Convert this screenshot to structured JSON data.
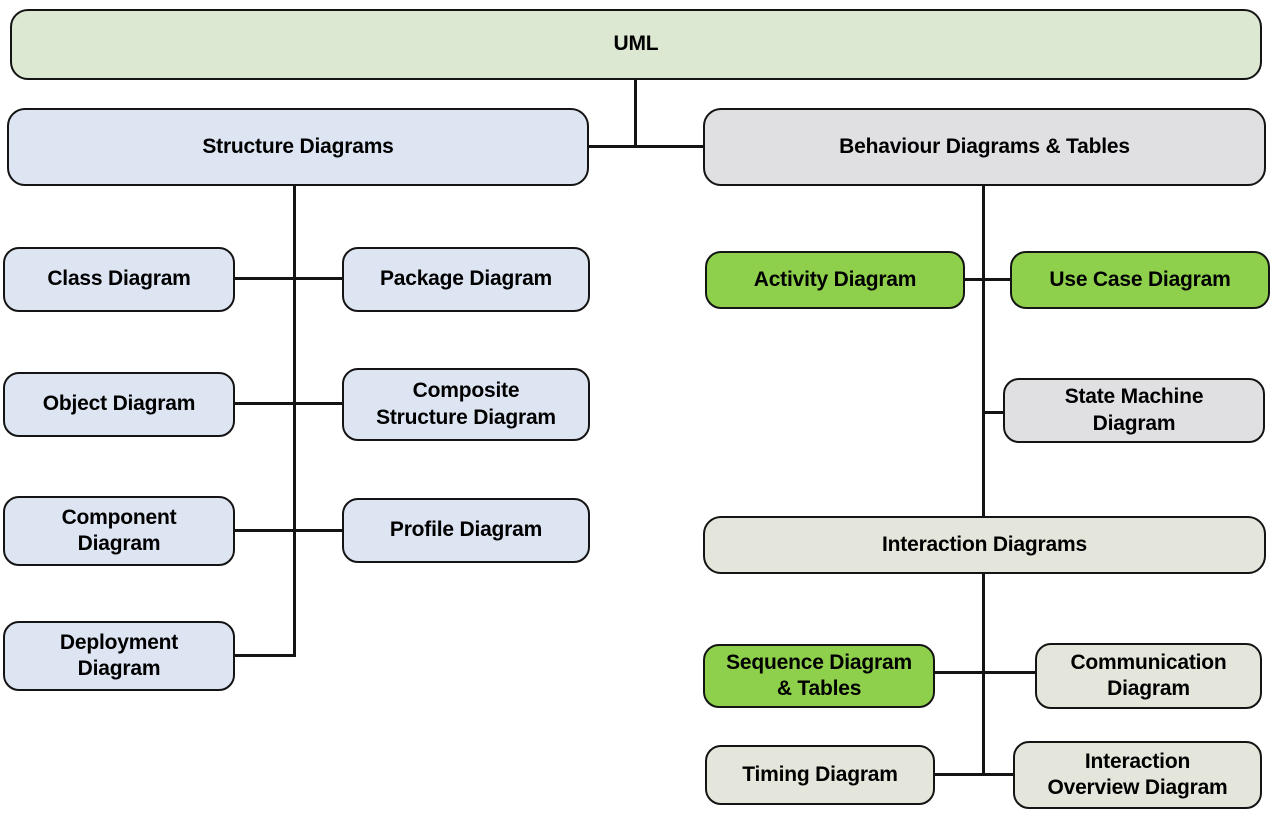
{
  "diagram_title": "UML",
  "colors": {
    "root_fill": "#dde8d3",
    "structure_fill": "#dde4f2",
    "behaviour_fill": "#e0e0e3",
    "highlight_fill": "#8ed04b",
    "interaction_fill": "#e4e6dc",
    "border": "#141414",
    "connector": "#141414",
    "text": "#000000"
  },
  "nodes": [
    {
      "id": "uml",
      "label": "UML",
      "group": "root"
    },
    {
      "id": "structure",
      "label": "Structure Diagrams",
      "group": "structure"
    },
    {
      "id": "behaviour",
      "label": "Behaviour Diagrams & Tables",
      "group": "behaviour"
    },
    {
      "id": "class",
      "label": "Class Diagram",
      "group": "structure"
    },
    {
      "id": "package",
      "label": "Package Diagram",
      "group": "structure"
    },
    {
      "id": "object",
      "label": "Object Diagram",
      "group": "structure"
    },
    {
      "id": "composite",
      "label": "Composite Structure Diagram",
      "group": "structure"
    },
    {
      "id": "component",
      "label": "Component Diagram",
      "group": "structure"
    },
    {
      "id": "profile",
      "label": "Profile Diagram",
      "group": "structure"
    },
    {
      "id": "deployment",
      "label": "Deployment Diagram",
      "group": "structure"
    },
    {
      "id": "activity",
      "label": "Activity Diagram",
      "group": "highlight"
    },
    {
      "id": "usecase",
      "label": "Use Case Diagram",
      "group": "highlight"
    },
    {
      "id": "statemachine",
      "label": "State Machine Diagram",
      "group": "behaviour"
    },
    {
      "id": "interaction",
      "label": "Interaction Diagrams",
      "group": "interaction"
    },
    {
      "id": "sequence",
      "label": "Sequence Diagram & Tables",
      "group": "highlight"
    },
    {
      "id": "communication",
      "label": "Communication Diagram",
      "group": "interaction"
    },
    {
      "id": "timing",
      "label": "Timing Diagram",
      "group": "interaction"
    },
    {
      "id": "ioverview",
      "label": "Interaction Overview Diagram",
      "group": "interaction"
    }
  ],
  "edges": [
    {
      "from": "uml",
      "to": "structure"
    },
    {
      "from": "uml",
      "to": "behaviour"
    },
    {
      "from": "structure",
      "to": "class"
    },
    {
      "from": "structure",
      "to": "package"
    },
    {
      "from": "structure",
      "to": "object"
    },
    {
      "from": "structure",
      "to": "composite"
    },
    {
      "from": "structure",
      "to": "component"
    },
    {
      "from": "structure",
      "to": "profile"
    },
    {
      "from": "structure",
      "to": "deployment"
    },
    {
      "from": "behaviour",
      "to": "activity"
    },
    {
      "from": "behaviour",
      "to": "usecase"
    },
    {
      "from": "behaviour",
      "to": "statemachine"
    },
    {
      "from": "behaviour",
      "to": "interaction"
    },
    {
      "from": "interaction",
      "to": "sequence"
    },
    {
      "from": "interaction",
      "to": "communication"
    },
    {
      "from": "interaction",
      "to": "timing"
    },
    {
      "from": "interaction",
      "to": "ioverview"
    }
  ]
}
